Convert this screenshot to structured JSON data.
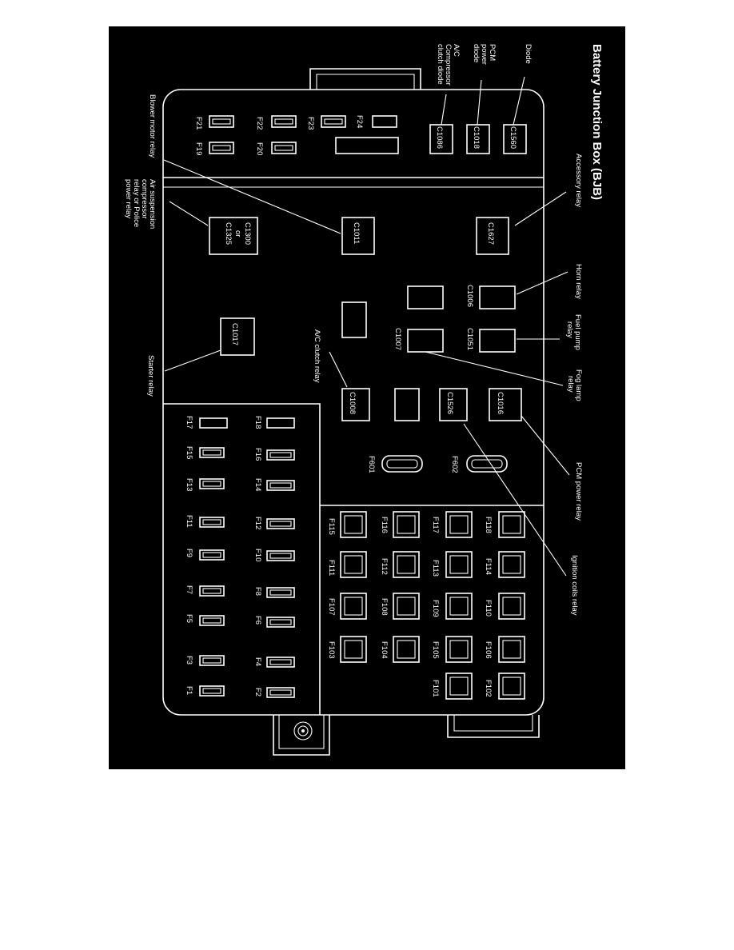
{
  "title": "Battery Junction Box (BJB)",
  "callouts": {
    "diode": "Diode",
    "pcm_power_diode": [
      "PCM",
      "power",
      "diode"
    ],
    "ac_compressor_clutch_diode": [
      "A/C",
      "Compressor",
      "clutch diode"
    ],
    "accessory_relay": "Accessory relay",
    "horn_relay": "Horn relay",
    "fuel_pump_relay": [
      "Fuel pump",
      "relay"
    ],
    "fog_lamp_relay": [
      "Fog lamp",
      "relay"
    ],
    "pcm_power_relay": "PCM power relay",
    "ignition_coils_relay": "Ignition coils relay",
    "blower_motor_relay": "Blower motor relay",
    "air_suspension_relay": [
      "Air suspension",
      "compressor",
      "relay or Police",
      "power relay"
    ],
    "ac_clutch_relay": "A/C clutch relay",
    "starter_relay": "Starter relay"
  },
  "connectors": {
    "c1560": "C1560",
    "c1018": "C1018",
    "c1086": "C1086",
    "c1627": "C1627",
    "c1011": "C1011",
    "c1300": "C1300",
    "or": "or",
    "c1325": "C1325",
    "c1006": "C1006",
    "c1051": "C1051",
    "c1007": "C1007",
    "c1017": "C1017",
    "c1016": "C1016",
    "c1526": "C1526",
    "c1008": "C1008"
  },
  "fuses": {
    "f24": "F24",
    "f23": "F23",
    "f22": "F22",
    "f21": "F21",
    "f20": "F20",
    "f19": "F19",
    "f18": "F18",
    "f17": "F17",
    "f16": "F16",
    "f15": "F15",
    "f14": "F14",
    "f13": "F13",
    "f12": "F12",
    "f11": "F11",
    "f10": "F10",
    "f9": "F9",
    "f8": "F8",
    "f7": "F7",
    "f6": "F6",
    "f5": "F5",
    "f4": "F4",
    "f3": "F3",
    "f2": "F2",
    "f1": "F1",
    "f602": "F602",
    "f601": "F601",
    "f118": "F118",
    "f117": "F117",
    "f116": "F116",
    "f115": "F115",
    "f114": "F114",
    "f113": "F113",
    "f112": "F112",
    "f111": "F111",
    "f110": "F110",
    "f109": "F109",
    "f108": "F108",
    "f107": "F107",
    "f106": "F106",
    "f105": "F105",
    "f104": "F104",
    "f103": "F103",
    "f102": "F102",
    "f101": "F101"
  },
  "colors": {
    "background": "#000000",
    "line": "#ffffff",
    "page": "#ffffff"
  }
}
